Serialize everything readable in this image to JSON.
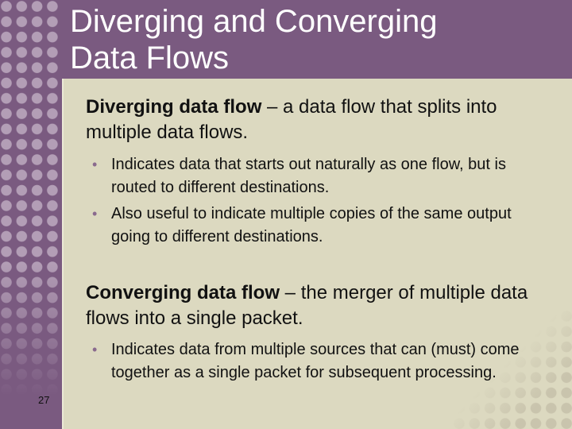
{
  "slide": {
    "title_lines": [
      "Diverging and Converging",
      "Data Flows"
    ],
    "page_number": "27"
  },
  "sections": [
    {
      "term": "Diverging data flow",
      "definition": " – a data flow that splits into multiple data flows.",
      "bullets": [
        "Indicates data that starts out naturally as one flow, but is routed to different destinations.",
        "Also useful to indicate multiple copies of the same output going to different destinations."
      ]
    },
    {
      "term": "Converging data flow",
      "definition": " – the merger of multiple data flows into a single packet.",
      "bullets": [
        "Indicates data from multiple sources that can (must) come together as a single packet for subsequent processing."
      ]
    }
  ],
  "colors": {
    "frame": "#7a5a80",
    "content_bg": "#dcd9c0",
    "bullet": "#8a6a8e"
  }
}
